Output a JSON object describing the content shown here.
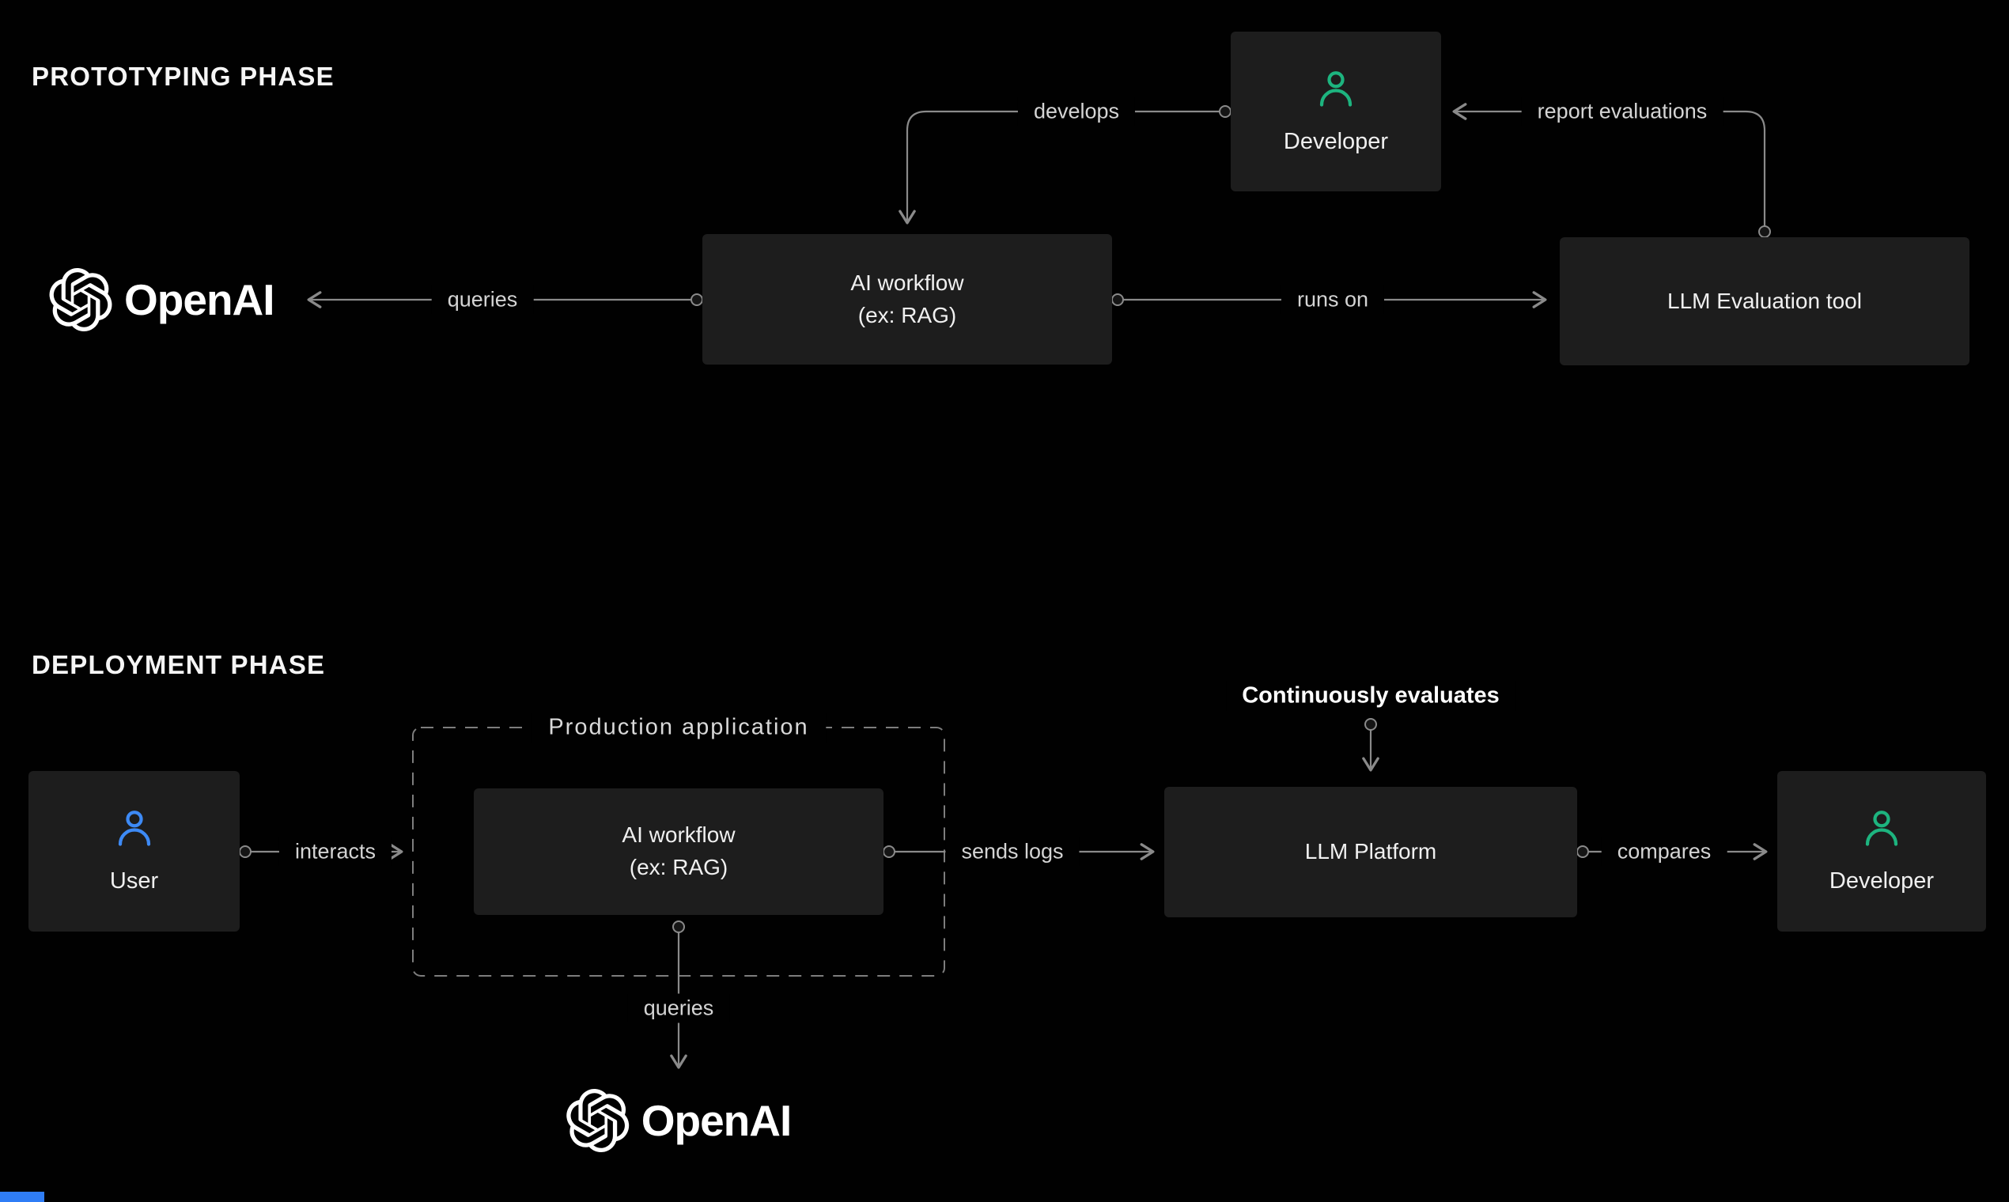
{
  "colors": {
    "background": "#010101",
    "box_bg": "#1d1d1d",
    "line": "#8a8a8a",
    "edge_label_text": "#d4d4d4",
    "node_text": "#f0f0f0",
    "title_text": "#f5f5f5",
    "developer_icon_green": "#1db47f",
    "user_icon_blue": "#3d8af5",
    "logo_white": "#ffffff",
    "bottom_strip_blue": "#2f7df6"
  },
  "prototyping": {
    "title": "PROTOTYPING PHASE",
    "nodes": {
      "developer": {
        "label": "Developer"
      },
      "ai_workflow": {
        "line1": "AI workflow",
        "line2": "(ex: RAG)"
      },
      "llm_eval": {
        "label": "LLM Evaluation tool"
      },
      "openai": {
        "label": "OpenAI"
      }
    },
    "edges": {
      "develops": "develops",
      "queries": "queries",
      "runs_on": "runs on",
      "report_evaluations": "report evaluations"
    }
  },
  "deployment": {
    "title": "DEPLOYMENT PHASE",
    "nodes": {
      "user": {
        "label": "User"
      },
      "production_app": {
        "label": "Production application"
      },
      "ai_workflow": {
        "line1": "AI workflow",
        "line2": "(ex: RAG)"
      },
      "llm_platform": {
        "label": "LLM Platform"
      },
      "developer": {
        "label": "Developer"
      },
      "openai": {
        "label": "OpenAI"
      }
    },
    "edges": {
      "interacts": "interacts",
      "sends_logs": "sends logs",
      "compares": "compares",
      "queries": "queries",
      "continuously_evaluates": "Continuously evaluates"
    }
  }
}
